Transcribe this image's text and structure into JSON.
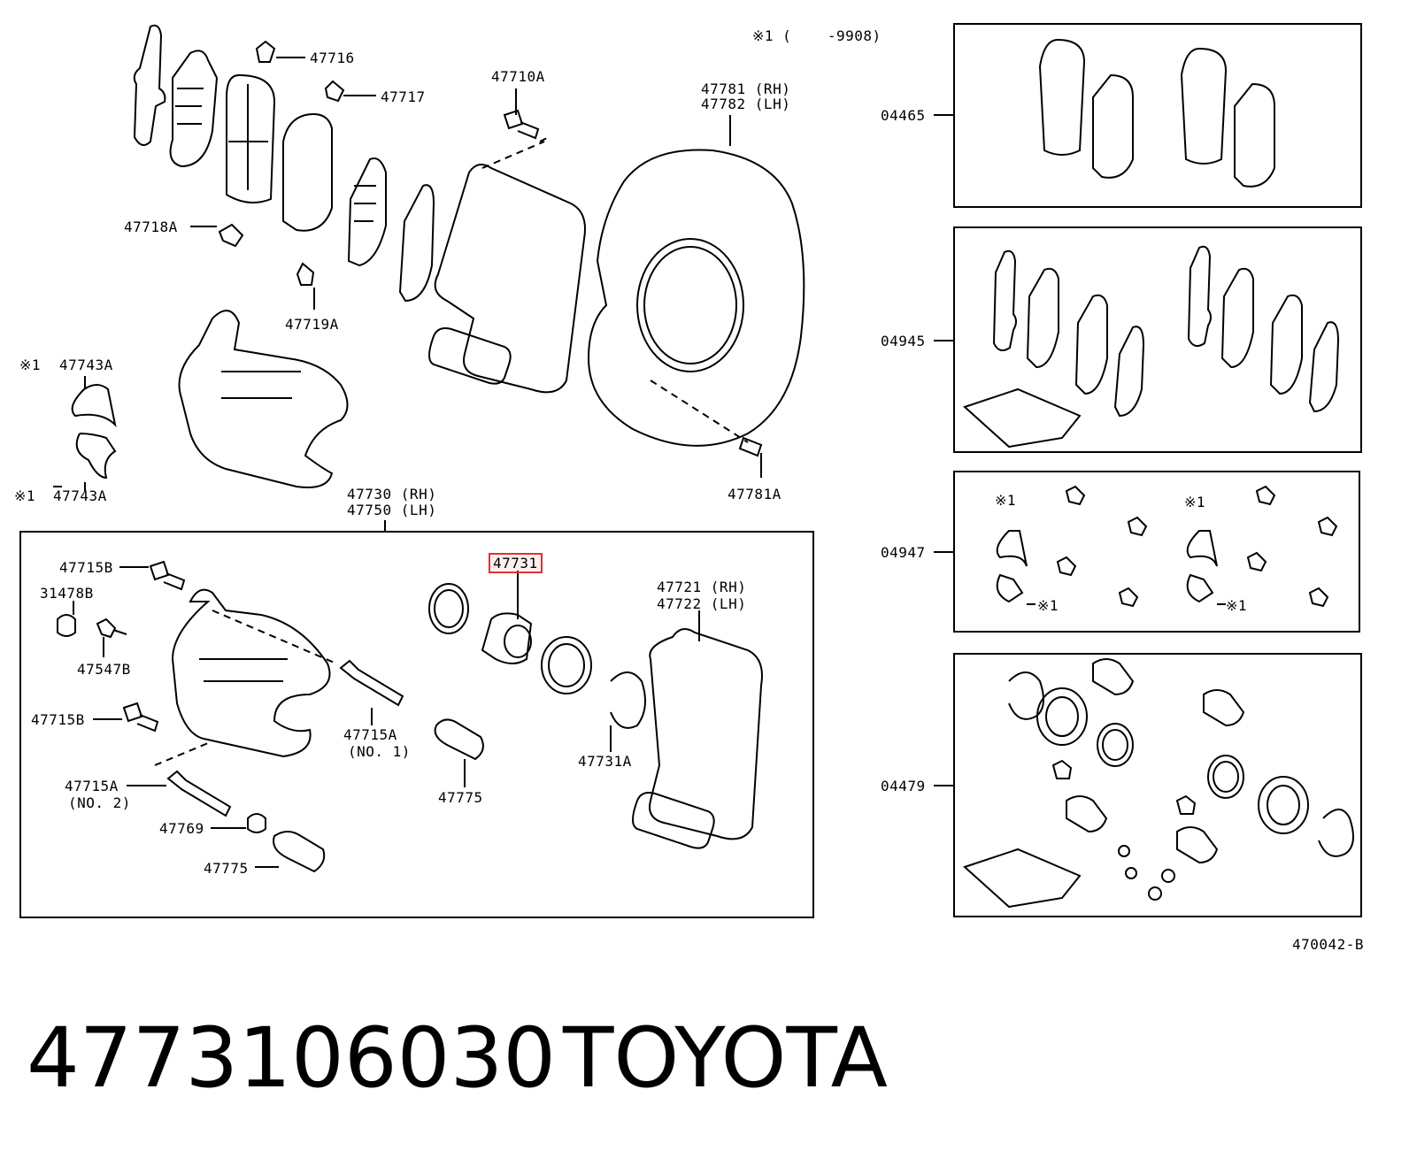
{
  "labels": {
    "note_9908": "※1 (    -9908)",
    "p47716": "47716",
    "p47717": "47717",
    "p47718A": "47718A",
    "p47719A": "47719A",
    "p47710A": "47710A",
    "p47781": "47781 (RH)",
    "p47782": "47782 (LH)",
    "p47781A": "47781A",
    "note1_a": "※1",
    "p47743A_top": "47743A",
    "note1_b": "※1",
    "p47743A_bot": "47743A",
    "p47730": "47730 (RH)",
    "p47750": "47750 (LH)",
    "p47715B_top": "47715B",
    "p31478B": "31478B",
    "p47547B": "47547B",
    "p47715B_bot": "47715B",
    "p47715A_no1": "47715A",
    "no1": "(NO. 1)",
    "p47715A_no2": "47715A",
    "no2": "(NO. 2)",
    "p47769": "47769",
    "p47775_left": "47775",
    "p47775_mid": "47775",
    "p47731": "47731",
    "p47731A": "47731A",
    "p47721": "47721 (RH)",
    "p47722": "47722 (LH)",
    "kit_04465": "04465",
    "kit_04945": "04945",
    "kit_04947": "04947",
    "kit_04479": "04479",
    "kit_note_1": "※1",
    "kit_note_2": "※1",
    "kit_note_3": "※1",
    "kit_note_4": "※1",
    "diagram_code": "470042-B"
  },
  "caption": {
    "part_number": "4773106030",
    "brand": "TOYOTA"
  },
  "highlight_color": "#e03030"
}
